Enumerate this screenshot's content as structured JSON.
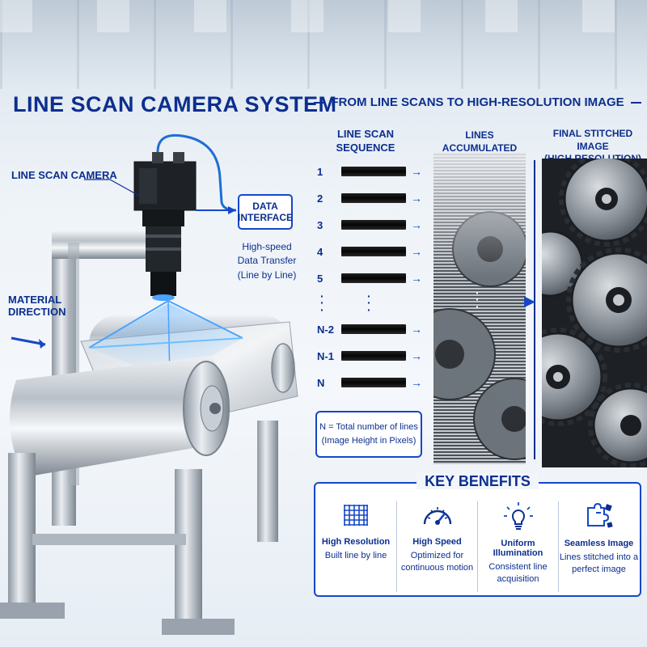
{
  "main_title": "LINE SCAN CAMERA SYSTEM",
  "section_title": "FROM LINE SCANS TO HIGH-RESOLUTION IMAGE",
  "labels": {
    "camera": "LINE SCAN CAMERA",
    "material_line1": "MATERIAL",
    "material_line2": "DIRECTION"
  },
  "data_interface": {
    "line1": "DATA",
    "line2": "INTERFACE",
    "caption1": "High-speed",
    "caption2": "Data Transfer",
    "caption3": "(Line by Line)"
  },
  "columns": {
    "sequence_line1": "LINE SCAN",
    "sequence_line2": "SEQUENCE",
    "accumulated": "LINES ACCUMULATED",
    "final_line1": "FINAL STITCHED IMAGE",
    "final_line2": "(HIGH RESOLUTION)"
  },
  "sequence_rows": [
    "1",
    "2",
    "3",
    "4",
    "5",
    "N-2",
    "N-1",
    "N"
  ],
  "note": {
    "line1": "N = Total number of lines",
    "line2": "(Image Height in Pixels)"
  },
  "benefits": {
    "title": "KEY BENEFITS",
    "items": [
      {
        "name": "High Resolution",
        "desc1": "Built line by line",
        "desc2": "",
        "desc3": "",
        "icon": "grid-icon"
      },
      {
        "name": "High Speed",
        "desc1": "Optimized for",
        "desc2": "continuous motion",
        "desc3": "",
        "icon": "speedometer-icon"
      },
      {
        "name": "Uniform Illumination",
        "desc1": "Consistent line",
        "desc2": "acquisition",
        "desc3": "",
        "icon": "lightbulb-icon"
      },
      {
        "name": "Seamless Image",
        "desc1": "Lines stitched into a",
        "desc2": "perfect image",
        "desc3": "",
        "icon": "puzzle-icon"
      }
    ]
  },
  "colors": {
    "primary": "#0c2f8f",
    "accent": "#1547c9",
    "light_beam": "#4aa3ff"
  }
}
